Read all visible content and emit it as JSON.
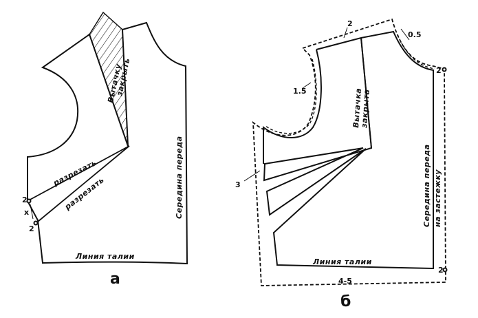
{
  "figure_a": {
    "caption": "а",
    "dart_closed": [
      "Вытачку",
      "закрыть"
    ],
    "cut_upper": "разрезать",
    "cut_lower": "разрезать",
    "center_front": "Середина переда",
    "waist_line": "Линия талии",
    "mark_top": "2",
    "mark_bottom": "2",
    "mark_x": "x"
  },
  "figure_b": {
    "caption": "б",
    "dart_closed": [
      "Вытачка",
      "закрыта"
    ],
    "center_front": [
      "Середина переда",
      "на застежку"
    ],
    "waist_line": "Линия талии",
    "seam_shoulder": "2",
    "seam_neck": "0.5",
    "seam_armhole": "1.5",
    "seam_side": "3",
    "seam_bottom": "4-5",
    "seam_cf_top": "2",
    "seam_cf_bottom": "2"
  }
}
